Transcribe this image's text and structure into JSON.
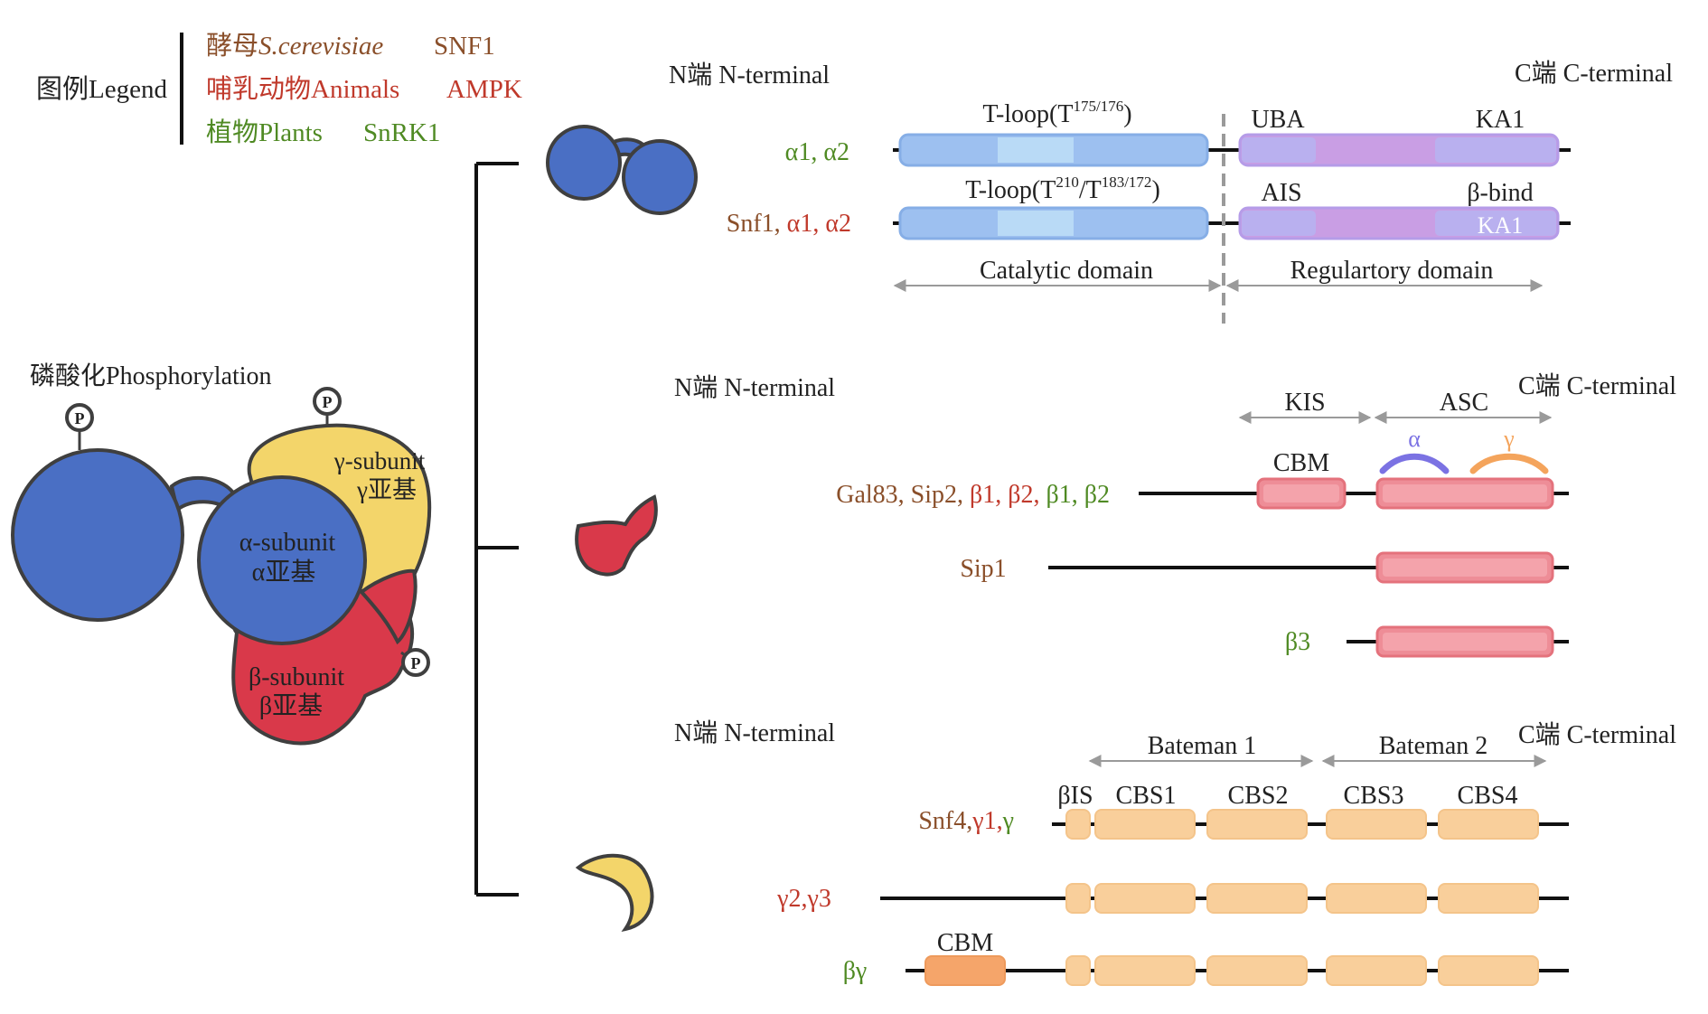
{
  "legend": {
    "title": "图例Legend",
    "rows": [
      {
        "organism_cn": "酵母",
        "organism_en": "S.cerevisiae",
        "kinase": "SNF1",
        "color": "#8a4f2a"
      },
      {
        "organism_cn": "哺乳动物",
        "organism_en": "Animals",
        "kinase": "AMPK",
        "color": "#c0392b"
      },
      {
        "organism_cn": "植物",
        "organism_en": "Plants",
        "kinase": "SnRK1",
        "color": "#4f8a23"
      }
    ]
  },
  "complex": {
    "phosphorylation": "磷酸化Phosphorylation",
    "p_marker": "P",
    "gamma_en": "γ-subunit",
    "gamma_cn": "γ亚基",
    "alpha_en": "α-subunit",
    "alpha_cn": "α亚基",
    "beta_en": "β-subunit",
    "beta_cn": "β亚基",
    "colors": {
      "alpha": "#4a6fc4",
      "beta": "#d9394a",
      "gamma": "#f3d56a"
    }
  },
  "alpha_panel": {
    "n_terminal": "N端  N-terminal",
    "c_terminal": "C端  C-terminal",
    "row1": {
      "name": "α1, α2",
      "tloop": "T-loop(T",
      "tloop_sup": "175/176",
      "tloop_end": ")",
      "uba": "UBA",
      "ka1": "KA1"
    },
    "row2": {
      "name_yeast": "Snf1,",
      "name_animal": " α1, α2",
      "tloop": "T-loop(T",
      "tloop_sup1": "210",
      "tloop_mid": "/T",
      "tloop_sup2": "183/172",
      "tloop_end": ")",
      "ais": "AIS",
      "bbind": "β-bind",
      "ka1": "KA1"
    },
    "catalytic": "Catalytic domain",
    "regulatory": "Regulartory domain"
  },
  "beta_panel": {
    "n_terminal": "N端  N-terminal",
    "c_terminal": "C端  C-terminal",
    "kis": "KIS",
    "asc": "ASC",
    "cbm": "CBM",
    "alpha_mark": "α",
    "gamma_mark": "γ",
    "row1": [
      {
        "t": "Gal83, Sip2,",
        "org": "yeast"
      },
      {
        "t": " β1, β2,",
        "org": "animal"
      },
      {
        "t": " β1, β2",
        "org": "plant"
      }
    ],
    "row2": "Sip1",
    "row3": "β3"
  },
  "gamma_panel": {
    "n_terminal": "N端  N-terminal",
    "c_terminal": "C端  C-terminal",
    "bateman1": "Bateman 1",
    "bateman2": "Bateman 2",
    "bis": "βIS",
    "cbs1": "CBS1",
    "cbs2": "CBS2",
    "cbs3": "CBS3",
    "cbs4": "CBS4",
    "row1": [
      {
        "t": "Snf4,",
        "org": "yeast"
      },
      {
        "t": "γ1,",
        "org": "animal"
      },
      {
        "t": "γ",
        "org": "plant"
      }
    ],
    "row2": "γ2,γ3",
    "row3": "βγ",
    "cbm": "CBM"
  }
}
